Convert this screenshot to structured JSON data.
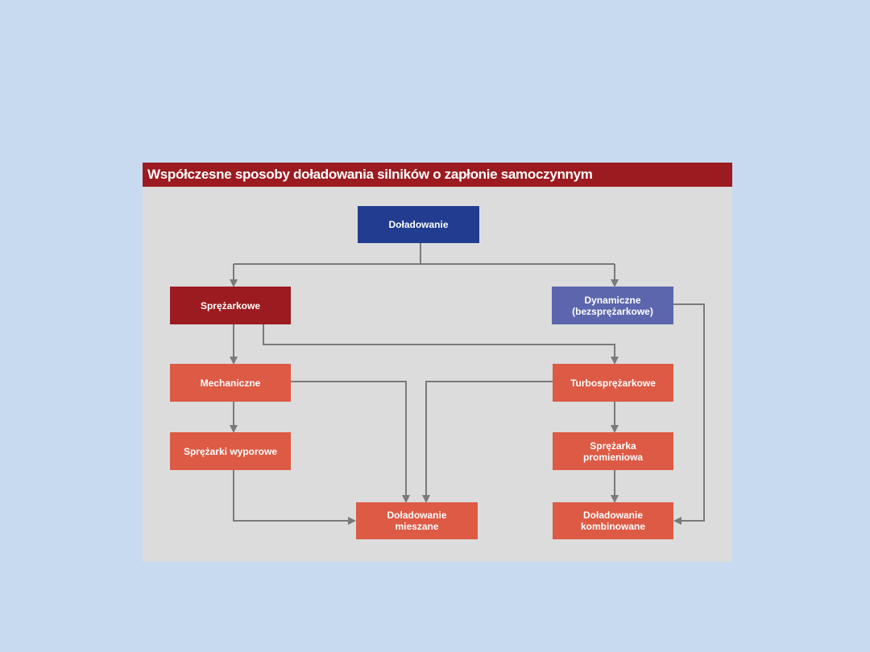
{
  "title": "Współczesne sposoby doładowania silników o zapłonie samoczynnym",
  "colors": {
    "background": "#c8daf0",
    "panel": "#dcdcdc",
    "title_bar": "#9b1b20",
    "root": "#223d8f",
    "compressor_branch": "#9b1b20",
    "dynamic_branch": "#5b66ad",
    "leaf": "#dd5a45",
    "connector": "#7a7a7a"
  },
  "nodes": {
    "root": "Doładowanie",
    "sprezarkowe": "Sprężarkowe",
    "dynamiczne": "Dynamiczne\n(bezsprężarkowe)",
    "mechaniczne": "Mechaniczne",
    "turbo": "Turbosprężarkowe",
    "wyporowe": "Sprężarki wyporowe",
    "promieniowa": "Sprężarka\npromieniowa",
    "mieszane": "Doładowanie\nmieszane",
    "kombinowane": "Doładowanie\nkombinowane"
  }
}
